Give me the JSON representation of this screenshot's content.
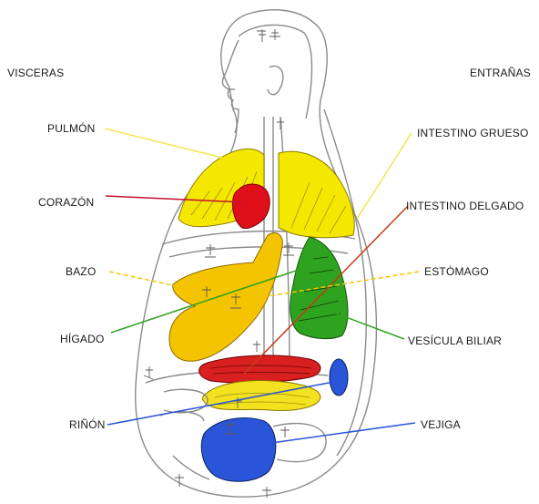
{
  "headers": {
    "left": "VISCERAS",
    "right": "ENTRAÑAS"
  },
  "labels": {
    "pulmon": "PULMÓN",
    "corazon": "CORAZÓN",
    "bazo": "BAZO",
    "higado": "HÍGADO",
    "rinon": "RIÑÓN",
    "intestino_grueso": "INTESTINO GRUESO",
    "intestino_delgado": "INTESTINO DELGADO",
    "estomago": "ESTÓMAGO",
    "vesicula_biliar": "VESÍCULA BILIAR",
    "vejiga": "VEJIGA"
  },
  "colors": {
    "pulmon": "#f5e800",
    "corazon": "#e0101a",
    "bazo": "#f5c400",
    "higado": "#2ea31f",
    "rinon": "#2a55d8",
    "intestino_grueso": "#f0e060",
    "intestino_delgado": "#c83a1a",
    "estomago": "#f5c400",
    "vesicula_biliar": "#2ea31f",
    "vejiga": "#2a55d8",
    "large_intestine_fill": "#d92020",
    "small_intestine_fill": "#f2e220"
  }
}
